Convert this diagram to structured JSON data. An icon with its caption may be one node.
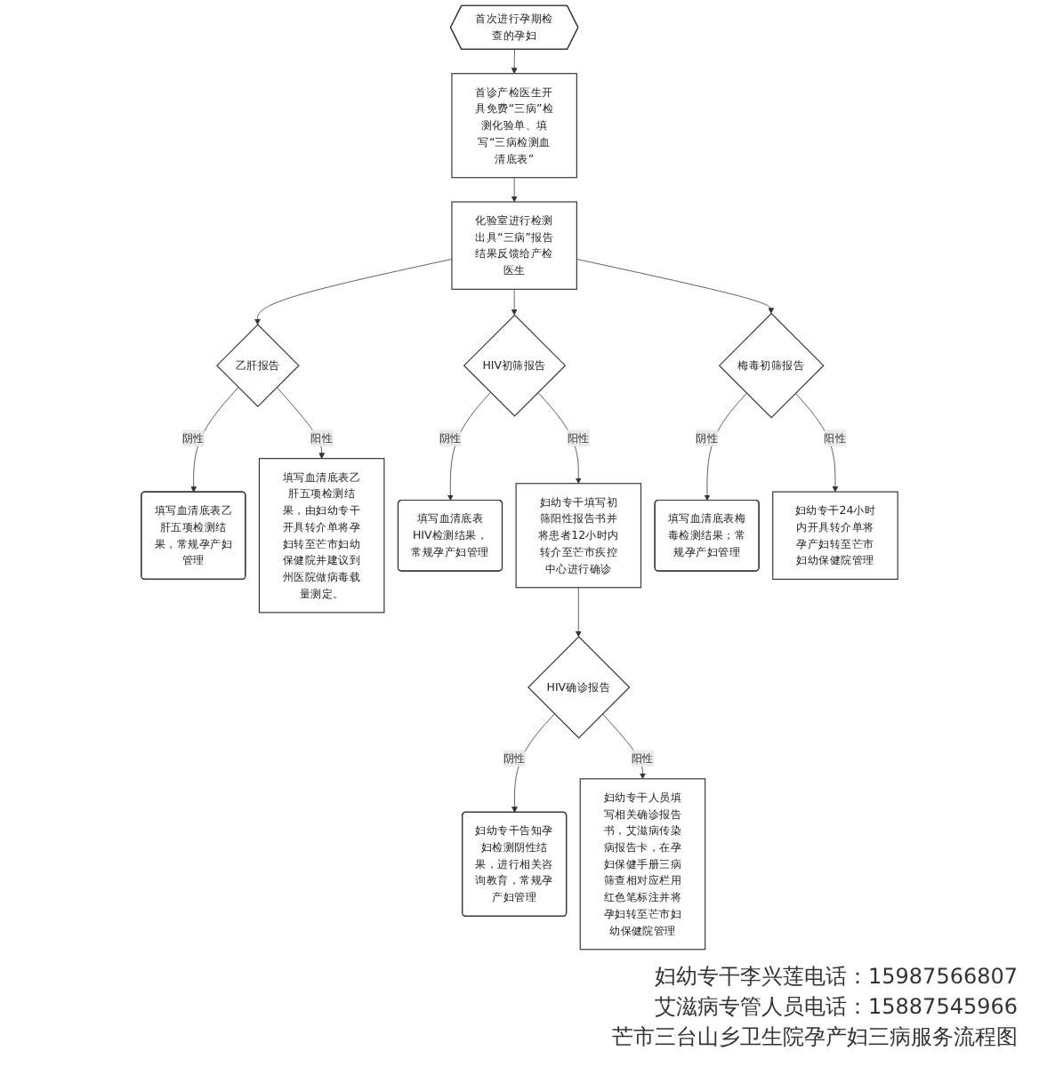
{
  "diagram": {
    "nodes": [
      {
        "text": [
          "首次进行孕期检查的孕妇"
        ]
      },
      {
        "text": [
          "首诊产检医生开具免费“三病”检测化验单、填写“三病检测血清底表”"
        ]
      },
      {
        "text": [
          "化验室进行检测出具“三病”报告结果反馈给产检医生"
        ]
      },
      {
        "text": [
          "乙肝报告"
        ]
      },
      {
        "text": [
          "填写血清底表乙肝五项检测结果，常规孕产妇管理"
        ]
      },
      {
        "text": [
          "填写血清底表乙肝五项检测结果，由妇幼专干开具转介单将孕妇转至芒市妇幼保健院并建议到州医院做病毒载量测定。"
        ]
      },
      {
        "text": [
          "HIV初筛报告"
        ]
      },
      {
        "text": [
          "填写血清底表HIV检测结果，常规孕产妇管理"
        ]
      },
      {
        "text": [
          "妇幼专干填写初筛阳性报告书并将患者12小时内转介至芒市疾控中心进行确诊"
        ]
      },
      {
        "text": [
          "梅毒初筛报告"
        ]
      },
      {
        "text": [
          "填写血清底表梅毒检测结果；常规孕产妇管理"
        ]
      },
      {
        "text": [
          "妇幼专干24小时内开具转介单将孕产妇转至芒市妇幼保健院管理"
        ]
      },
      {
        "text": [
          "HIV确诊报告"
        ]
      },
      {
        "text": [
          "妇幼专干告知孕妇检测阴性结果，进行相关咨询教育，常规孕产妇管理"
        ]
      },
      {
        "text": [
          "妇幼专干人员填写相关确诊报告书，艾滋病传染病报告卡，在孕妇保健手册三病筛查相对应栏用红色笔标注并将孕妇转至芒市妇幼保健院管理"
        ]
      }
    ],
    "edges": [
      {
        "from": 0,
        "to": 1,
        "arrow": "to"
      },
      {
        "from": 1,
        "to": 2,
        "arrow": "to"
      },
      {
        "from": 2,
        "to": 3,
        "arrow": "to"
      },
      {
        "from": 2,
        "to": 6,
        "arrow": "to"
      },
      {
        "from": 2,
        "to": 9,
        "arrow": "to"
      },
      {
        "from": 3,
        "to": 4,
        "arrow": "to",
        "label": "阴性"
      },
      {
        "from": 3,
        "to": 5,
        "arrow": "to",
        "label": "阳性"
      },
      {
        "from": 6,
        "to": 7,
        "arrow": "to",
        "label": "阴性"
      },
      {
        "from": 6,
        "to": 8,
        "arrow": "to",
        "label": "阳性"
      },
      {
        "from": 9,
        "to": 10,
        "arrow": "to",
        "label": "阴性"
      },
      {
        "from": 9,
        "to": 11,
        "arrow": "to",
        "label": "阳性"
      },
      {
        "from": 8,
        "to": 12,
        "arrow": "to"
      },
      {
        "from": 12,
        "to": 13,
        "arrow": "to",
        "label": "阴性"
      },
      {
        "from": 12,
        "to": 14,
        "arrow": "to",
        "label": "阳性"
      }
    ],
    "labels": [
      "妇幼专干李兴莲电话：15987566807",
      "艾滋病专管人员电话：15887545966",
      "芒市三台山乡卫生院孕产妇三病服务流程图"
    ]
  }
}
